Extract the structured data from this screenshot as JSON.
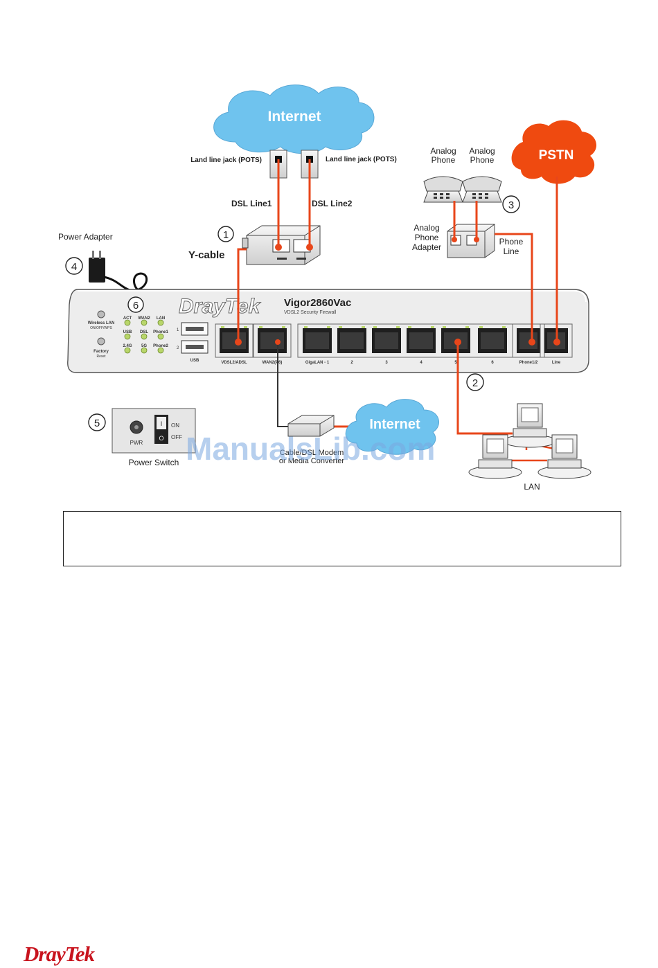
{
  "colors": {
    "cable": "#e8461a",
    "cloud_internet": "#6fc3ee",
    "cloud_pstn": "#ef4a10",
    "device": "#eeeeee",
    "outline": "#333333",
    "led": "#b9d66b",
    "brand": "#c8141e"
  },
  "internet_top": {
    "label": "Internet"
  },
  "land_jack_left": {
    "label": "Land line jack (POTS)"
  },
  "land_jack_right": {
    "label": "Land line jack (POTS)"
  },
  "dsl_line1": {
    "label": "DSL Line1"
  },
  "dsl_line2": {
    "label": "DSL Line2"
  },
  "ycable": {
    "label": "Y-cable",
    "marker": "1"
  },
  "power_adapter": {
    "label": "Power Adapter",
    "marker": "4"
  },
  "pstn": {
    "label": "PSTN"
  },
  "analog_phone_left": {
    "label_line1": "Analog",
    "label_line2": "Phone"
  },
  "analog_phone_right": {
    "label_line1": "Analog",
    "label_line2": "Phone"
  },
  "phone_adapter": {
    "label_line1": "Analog",
    "label_line2": "Phone",
    "label_line3": "Adapter",
    "marker": "3"
  },
  "phone_line": {
    "label_line1": "Phone",
    "label_line2": "Line"
  },
  "router": {
    "brand": "DrayTek",
    "model": "Vigor2860Vac",
    "subtitle": "VDSL2 Security Firewall",
    "led_marker": "6",
    "btn_wlan_line1": "Wireless LAN",
    "btn_wlan_line2": "ON/OFF/WPS",
    "btn_factory_line1": "Factory",
    "btn_factory_line2": "Reset",
    "leds": [
      "ACT",
      "WAN2",
      "LAN",
      "USB",
      "DSL",
      "Phone1",
      "2.4G",
      "5G",
      "Phone2"
    ],
    "usb_label": "USB",
    "usb_port1": "1",
    "usb_port2": "2",
    "ports": [
      "VDSL2/ADSL",
      "WAN2(P6)",
      "GigaLAN - 1",
      "2",
      "3",
      "4",
      "5",
      "6",
      "Phone1/2",
      "Line"
    ]
  },
  "lan_marker": "2",
  "power_switch": {
    "label": "Power Switch",
    "marker": "5",
    "pwr": "PWR",
    "on": "ON",
    "off": "OFF"
  },
  "modem": {
    "label_line1": "Cable/DSL Modem",
    "label_line2": "or Media Converter"
  },
  "internet_bottom": {
    "label": "Internet"
  },
  "lan": {
    "label": "LAN"
  },
  "watermark": "ManualsLib.com",
  "footer": {
    "brand": "DrayTek"
  }
}
